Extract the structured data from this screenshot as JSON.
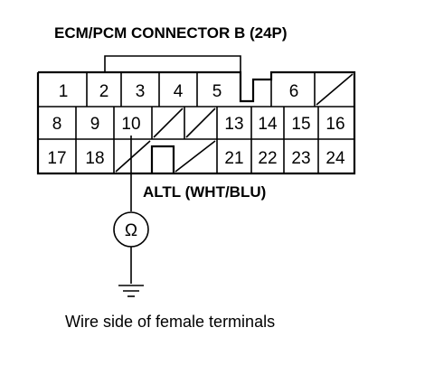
{
  "title": "ECM/PCM CONNECTOR B (24P)",
  "pins": {
    "p1": "1",
    "p2": "2",
    "p3": "3",
    "p4": "4",
    "p5": "5",
    "p6": "6",
    "p8": "8",
    "p9": "9",
    "p10": "10",
    "p13": "13",
    "p14": "14",
    "p15": "15",
    "p16": "16",
    "p17": "17",
    "p18": "18",
    "p21": "21",
    "p22": "22",
    "p23": "23",
    "p24": "24"
  },
  "wire_label": "ALTL (WHT/BLU)",
  "meter_symbol": "Ω",
  "caption": "Wire side of female terminals"
}
